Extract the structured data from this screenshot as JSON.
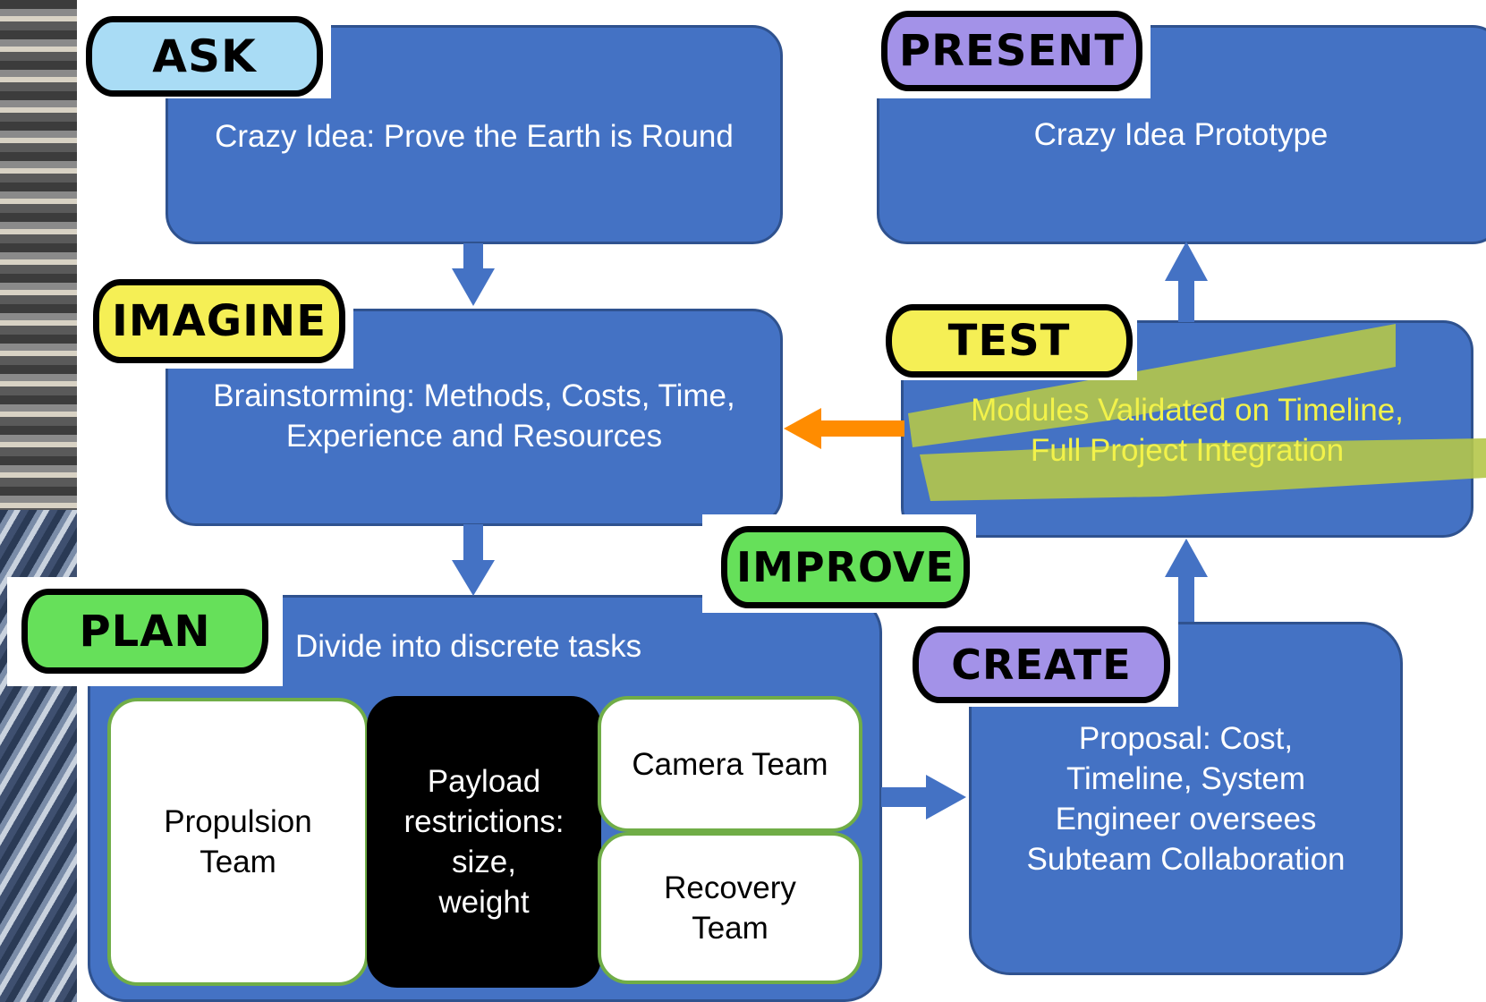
{
  "stages": {
    "ask": "ASK",
    "present": "PRESENT",
    "imagine": "IMAGINE",
    "test": "TEST",
    "improve": "IMPROVE",
    "plan": "PLAN",
    "create": "CREATE"
  },
  "boxes": {
    "ask_text": "Crazy Idea: Prove the Earth is Round",
    "present_text": "Crazy Idea Prototype",
    "imagine_line1": "Brainstorming: Methods, Costs, Time,",
    "imagine_line2": "Experience and Resources",
    "test_line1": "Modules Validated on Timeline,",
    "test_line2": "Full Project Integration",
    "plan_text": "Divide into discrete tasks",
    "create_line1": "Proposal: Cost,",
    "create_line2": "Timeline, System",
    "create_line3": "Engineer oversees",
    "create_line4": "Subteam Collaboration"
  },
  "teams": {
    "propulsion_line1": "Propulsion",
    "propulsion_line2": "Team",
    "payload_line1": "Payload",
    "payload_line2": "restrictions:",
    "payload_line3": "size,",
    "payload_line4": "weight",
    "camera": "Camera Team",
    "recovery_line1": "Recovery",
    "recovery_line2": "Team"
  },
  "colors": {
    "box_fill": "#4472c4",
    "box_border": "#2f528f",
    "arrow_blue": "#4472c4",
    "arrow_orange": "#ff8c00",
    "highlight": "#b5c64a",
    "test_text": "#f2f24a",
    "badge_blue": "#a9dcf5",
    "badge_purple": "#a392e8",
    "badge_yellow": "#f5ef55",
    "badge_green": "#66e05a",
    "team_border": "#70ad47"
  }
}
